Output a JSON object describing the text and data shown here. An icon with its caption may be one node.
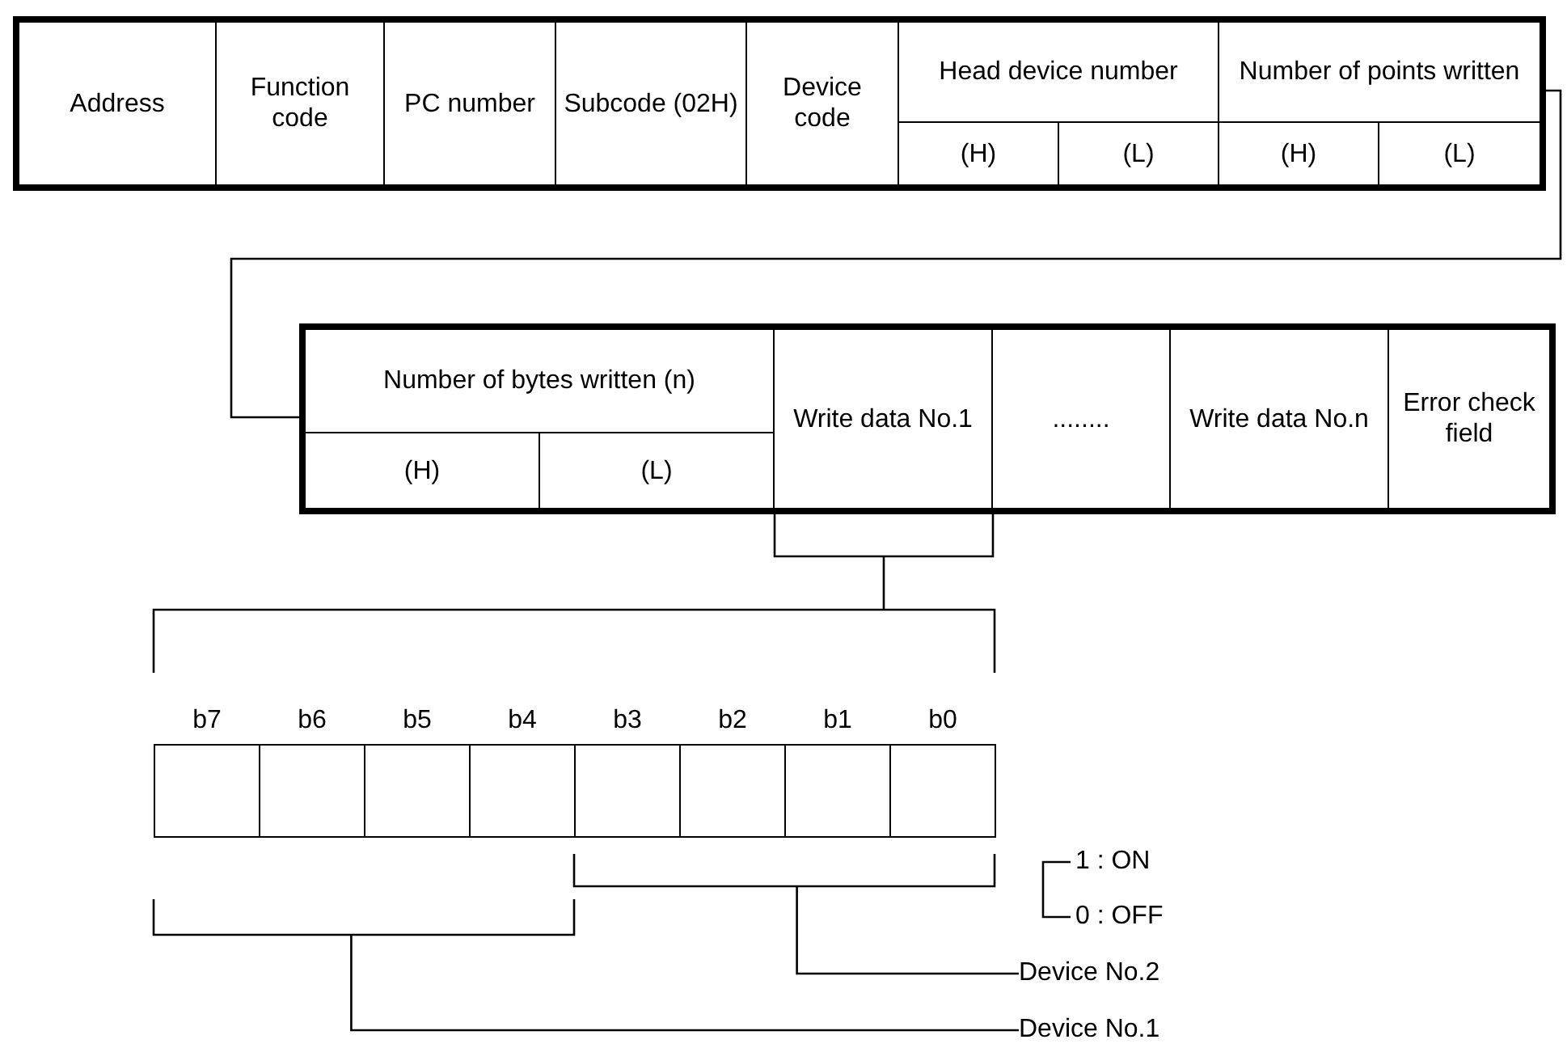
{
  "diagram": {
    "nodes": [
      {
        "text": [],
        "shape": "box"
      },
      {
        "text": [
          "Address"
        ],
        "in": 0
      },
      {
        "text": [
          "Function code"
        ],
        "in": 0
      },
      {
        "text": [
          "PC number"
        ],
        "in": 0
      },
      {
        "text": [
          "Subcode (02H)"
        ],
        "in": 0
      },
      {
        "text": [
          "Device code"
        ],
        "in": 0
      },
      {
        "text": [
          "Head device number"
        ],
        "in": 0
      },
      {
        "text": [
          "(H)"
        ],
        "in": 0
      },
      {
        "text": [
          "(L)"
        ],
        "in": 0
      },
      {
        "text": [
          "Number of points written"
        ],
        "in": 0
      },
      {
        "text": [
          "(H)"
        ],
        "in": 0
      },
      {
        "text": [
          "(L)"
        ],
        "in": 0
      },
      {
        "text": [],
        "shape": "box"
      },
      {
        "text": [
          "Number of bytes written (n)"
        ],
        "in": 12
      },
      {
        "text": [
          "(H)"
        ],
        "in": 12
      },
      {
        "text": [
          "(L)"
        ],
        "in": 12
      },
      {
        "text": [
          "Write data No.1"
        ],
        "in": 12
      },
      {
        "text": [
          "........"
        ],
        "in": 12
      },
      {
        "text": [
          "Write data No.n"
        ],
        "in": 12
      },
      {
        "text": [
          "Error check field"
        ],
        "in": 12
      },
      {
        "text": [],
        "shape": "bracket"
      },
      {
        "text": [],
        "shape": "box",
        "beside": [
          "b7"
        ]
      },
      {
        "text": [],
        "shape": "box",
        "beside": [
          "b6"
        ]
      },
      {
        "text": [],
        "shape": "box",
        "beside": [
          "b5"
        ]
      },
      {
        "text": [],
        "shape": "box",
        "beside": [
          "b4"
        ]
      },
      {
        "text": [],
        "shape": "box",
        "beside": [
          "b3"
        ]
      },
      {
        "text": [],
        "shape": "box",
        "beside": [
          "b2"
        ]
      },
      {
        "text": [],
        "shape": "box",
        "beside": [
          "b1"
        ]
      },
      {
        "text": [],
        "shape": "box",
        "beside": [
          "b0"
        ]
      },
      {
        "text": [],
        "shape": "bracket"
      },
      {
        "text": [],
        "shape": "bracket"
      },
      {
        "text": [
          "Device No.2"
        ]
      },
      {
        "text": [
          "Device No.1"
        ]
      }
    ],
    "edges": [
      {
        "from": 0,
        "to": 12,
        "arrow": "none"
      },
      {
        "from": 16,
        "to": 20,
        "arrow": "none"
      },
      {
        "from": 31,
        "to": 29,
        "arrow": "none"
      },
      {
        "from": 32,
        "to": 30,
        "arrow": "none"
      }
    ],
    "labels": [
      "1 : ON",
      "0 : OFF"
    ]
  }
}
